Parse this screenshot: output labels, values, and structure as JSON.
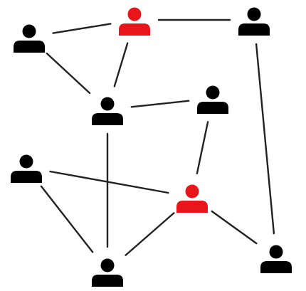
{
  "diagram": {
    "type": "network",
    "node_icon": "person-icon",
    "colors": {
      "default": "#000000",
      "highlight": "#e8151b",
      "edge": "#222222"
    },
    "nodes": [
      {
        "id": "n1",
        "highlighted": false
      },
      {
        "id": "n2",
        "highlighted": true
      },
      {
        "id": "n3",
        "highlighted": false
      },
      {
        "id": "n4",
        "highlighted": false
      },
      {
        "id": "n5",
        "highlighted": false
      },
      {
        "id": "n6",
        "highlighted": false
      },
      {
        "id": "n7",
        "highlighted": true
      },
      {
        "id": "n8",
        "highlighted": false
      },
      {
        "id": "n9",
        "highlighted": false
      }
    ],
    "edges": [
      [
        "n1",
        "n2"
      ],
      [
        "n2",
        "n3"
      ],
      [
        "n1",
        "n4"
      ],
      [
        "n2",
        "n4"
      ],
      [
        "n4",
        "n5"
      ],
      [
        "n3",
        "n9"
      ],
      [
        "n5",
        "n7"
      ],
      [
        "n4",
        "n8"
      ],
      [
        "n6",
        "n7"
      ],
      [
        "n6",
        "n8"
      ],
      [
        "n7",
        "n8"
      ],
      [
        "n7",
        "n9"
      ]
    ]
  }
}
